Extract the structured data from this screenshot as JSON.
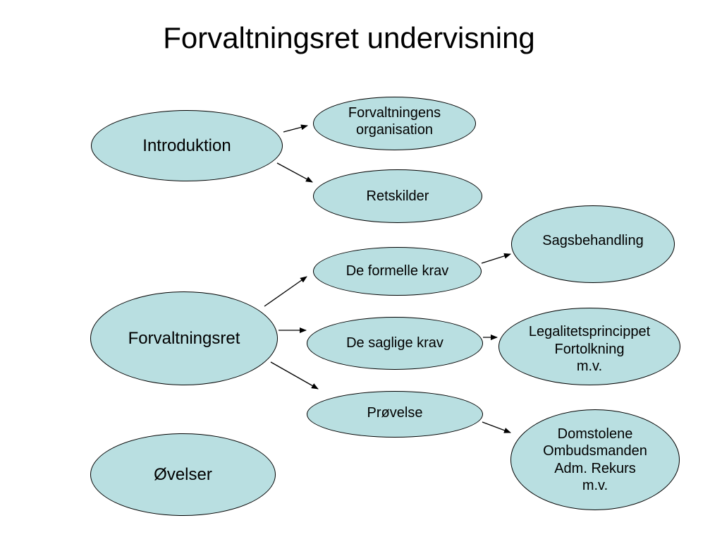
{
  "title": "Forvaltningsret undervisning",
  "nodes": {
    "introduktion": "Introduktion",
    "forvaltningsret": "Forvaltningsret",
    "ovelser": "Øvelser",
    "organisation": "Forvaltningens\norganisation",
    "retskilder": "Retskilder",
    "formelle_krav": "De formelle krav",
    "saglige_krav": "De saglige krav",
    "provelse": "Prøvelse",
    "sagsbehandling": "Sagsbehandling",
    "legalitet": "Legalitetsprincippet\nFortolkning\nm.v.",
    "domstolene": "Domstolene\nOmbudsmanden\nAdm. Rekurs\nm.v."
  },
  "edges": [
    {
      "from": "introduktion",
      "to": "organisation"
    },
    {
      "from": "introduktion",
      "to": "retskilder"
    },
    {
      "from": "forvaltningsret",
      "to": "formelle_krav"
    },
    {
      "from": "forvaltningsret",
      "to": "saglige_krav"
    },
    {
      "from": "forvaltningsret",
      "to": "provelse"
    },
    {
      "from": "formelle_krav",
      "to": "sagsbehandling"
    },
    {
      "from": "saglige_krav",
      "to": "legalitet"
    },
    {
      "from": "provelse",
      "to": "domstolene"
    }
  ],
  "colors": {
    "node_fill": "#b9dfe1",
    "stroke": "#000000"
  }
}
